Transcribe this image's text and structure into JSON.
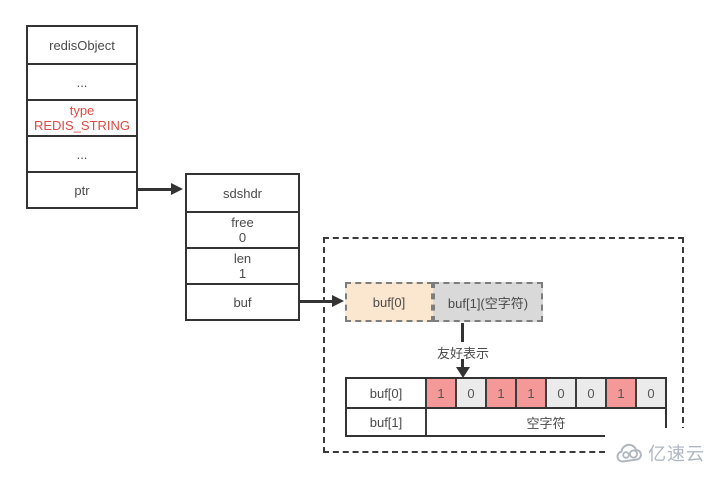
{
  "redis_object": {
    "title": "redisObject",
    "dots_top": "...",
    "type_label": "type",
    "type_value": "REDIS_STRING",
    "dots_bottom": "...",
    "ptr_label": "ptr"
  },
  "sdshdr": {
    "title": "sdshdr",
    "free_label": "free",
    "free_value": "0",
    "len_label": "len",
    "len_value": "1",
    "buf_label": "buf"
  },
  "buffer_row": {
    "buf0_label": "buf[0]",
    "buf1_label": "buf[1](空字符)"
  },
  "annotation": {
    "friendly_label": "友好表示"
  },
  "bit_table": {
    "row0_label": "buf[0]",
    "bits": [
      "1",
      "0",
      "1",
      "1",
      "0",
      "0",
      "1",
      "0"
    ],
    "row1_label": "buf[1]",
    "row1_value": "空字符"
  },
  "watermark": {
    "brand": "亿速云"
  },
  "colors": {
    "highlight_red_text": "#dc4b45",
    "peach_fill": "#fbe7cf",
    "gray_fill": "#d9d9d9",
    "bit_on_fill": "#f59898",
    "bit_off_fill": "#ebebeb",
    "line_color": "#333333",
    "watermark_gray": "#b0b7c1"
  }
}
